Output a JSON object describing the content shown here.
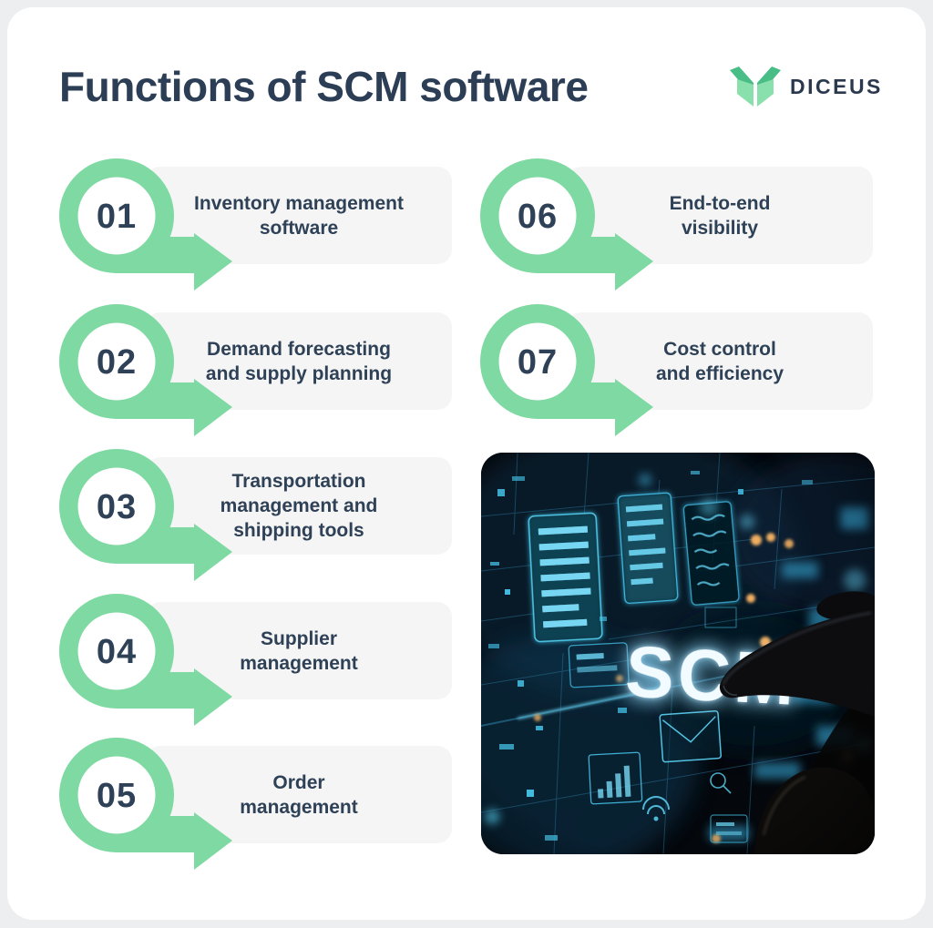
{
  "header": {
    "title": "Functions of SCM software",
    "brand": "DICEUS"
  },
  "colors": {
    "accent_green": "#7ed9a2",
    "navy_text": "#2e4156",
    "card_bg": "#f5f5f6",
    "page_bg": "#edeef0",
    "panel_bg": "#ffffff",
    "logo_green_dark": "#48bd85",
    "logo_green_light": "#8ae0ac",
    "photo_cyan": "#4fd0f5",
    "photo_orange": "#efae62"
  },
  "items": [
    {
      "number": "01",
      "lines": [
        "Inventory management",
        "software"
      ]
    },
    {
      "number": "02",
      "lines": [
        "Demand forecasting",
        "and supply planning"
      ]
    },
    {
      "number": "03",
      "lines": [
        "Transportation",
        "management and",
        "shipping tools"
      ]
    },
    {
      "number": "04",
      "lines": [
        "Supplier",
        "management"
      ]
    },
    {
      "number": "05",
      "lines": [
        "Order",
        "management"
      ]
    },
    {
      "number": "06",
      "lines": [
        "End-to-end",
        "visibility"
      ]
    },
    {
      "number": "07",
      "lines": [
        "Cost control",
        "and efficiency"
      ]
    }
  ],
  "photo": {
    "overlay_text": "SCM",
    "alt": "Finger touching a dark futuristic circuit interface with glowing SCM text"
  }
}
